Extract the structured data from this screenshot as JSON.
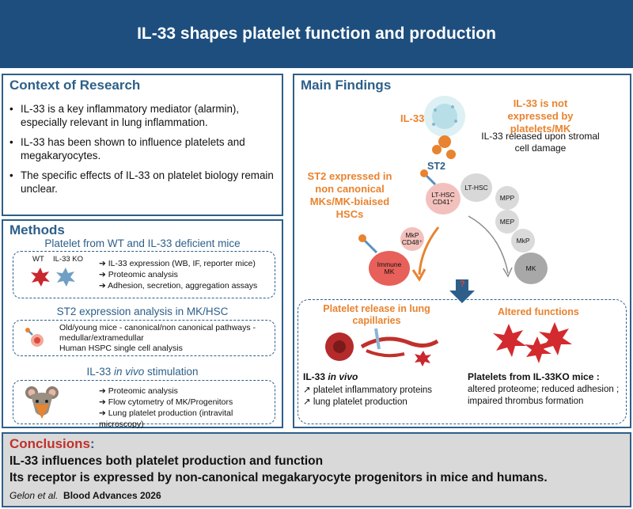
{
  "header": {
    "title": "IL-33 shapes platelet function and production"
  },
  "context": {
    "title": "Context of Research",
    "bullets": [
      "IL-33 is a key inflammatory mediator (alarmin), especially relevant in lung inflammation.",
      "IL-33 has been shown to influence platelets and megakaryocytes.",
      "The specific effects of IL-33 on platelet biology remain unclear."
    ]
  },
  "methods": {
    "title": "Methods",
    "sections": [
      {
        "heading": "Platelet from WT and IL-33 deficient mice",
        "labels": [
          "WT",
          "IL-33 KO"
        ],
        "items": [
          "IL-33 expression (WB, IF, reporter mice)",
          "Proteomic analysis",
          "Adhesion, secretion, aggregation assays"
        ]
      },
      {
        "heading": "ST2 expression analysis in MK/HSC",
        "lines": [
          "Old/young mice - canonical/non canonical pathways -",
          "medullar/extramedullar",
          "Human HSPC single cell analysis"
        ]
      },
      {
        "heading_plain": "IL-33 ",
        "heading_italic": "in vivo",
        "heading_rest": " stimulation",
        "items": [
          "Proteomic analysis",
          "Flow cytometry of MK/Progenitors",
          "Lung platelet production (intravital microscopy)"
        ]
      }
    ]
  },
  "findings": {
    "title": "Main Findings",
    "il33_label": "IL-33",
    "not_expressed": "IL-33 is not expressed by platelets/MK",
    "released": "IL-33 released upon stromal cell damage",
    "st2_label": "ST2",
    "st2_expressed": "ST2 expressed in non canonical MKs/MK-biaised HSCs",
    "cells": {
      "lthsc_cd41": [
        "LT-HSC",
        "CD41⁺"
      ],
      "lthsc": "LT-HSC",
      "mpp": "MPP",
      "mep": "MEP",
      "mkp_right": "MkP",
      "mk": "MK",
      "mkp_cd48": [
        "MkP",
        "CD48⁺"
      ],
      "immune_mk": [
        "Immune",
        "MK"
      ]
    },
    "question_mark": "?",
    "platelet_release": "Platelet release in lung capillaries",
    "altered_functions": "Altered functions",
    "invivo": {
      "title_plain": "IL-33 ",
      "title_italic": "in vivo",
      "items": [
        "↗ platelet inflammatory proteins",
        "↗ lung platelet production"
      ]
    },
    "ko": {
      "title": "Platelets from IL-33KO mice :",
      "text": "altered proteome; reduced adhesion ; impaired thrombus formation"
    }
  },
  "conclusions": {
    "title": "Conclusions",
    "colon": ":",
    "line1": "IL-33 influences both platelet production and function",
    "line2": "Its receptor is expressed by non-canonical megakaryocyte progenitors in mice and humans.",
    "author": "Gelon et al.",
    "journal": "Blood Advances 2026"
  },
  "colors": {
    "header": "#1d4e7e",
    "accent": "#2d5f8a",
    "orange": "#e8832f",
    "conclusion_red": "#c0312b"
  }
}
